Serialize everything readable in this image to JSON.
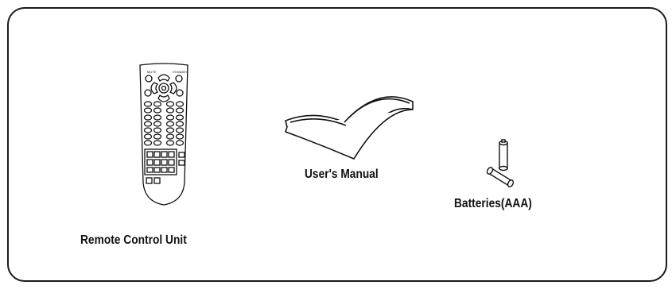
{
  "items": [
    {
      "label": "Remote Control Unit",
      "icon": "remote-control-icon"
    },
    {
      "label": "User's Manual",
      "icon": "book-icon"
    },
    {
      "label": "Batteries(AAA)",
      "icon": "batteries-icon"
    }
  ]
}
